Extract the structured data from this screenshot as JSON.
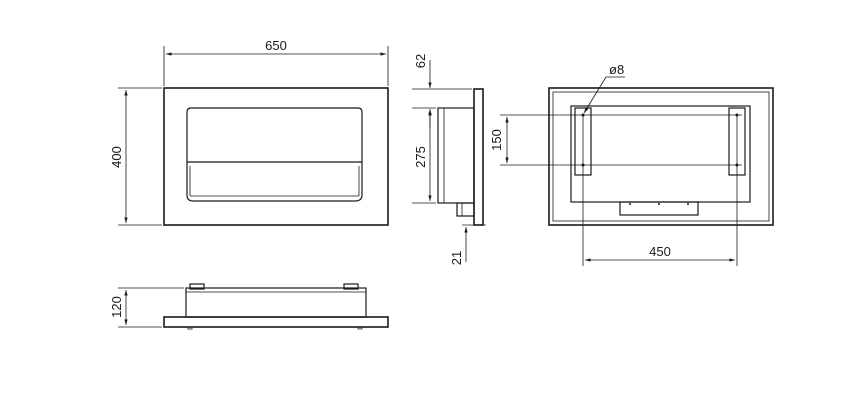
{
  "drawing": {
    "dimensions": {
      "front_width": "650",
      "front_height": "400",
      "side_top": "62",
      "side_height": "275",
      "side_bottom": "21",
      "bottom_depth": "120",
      "back_hole_diameter": "ø8",
      "back_hole_vertical": "150",
      "back_hole_horizontal": "450"
    },
    "colors": {
      "line": "#1a1a1a",
      "background": "#ffffff"
    }
  }
}
